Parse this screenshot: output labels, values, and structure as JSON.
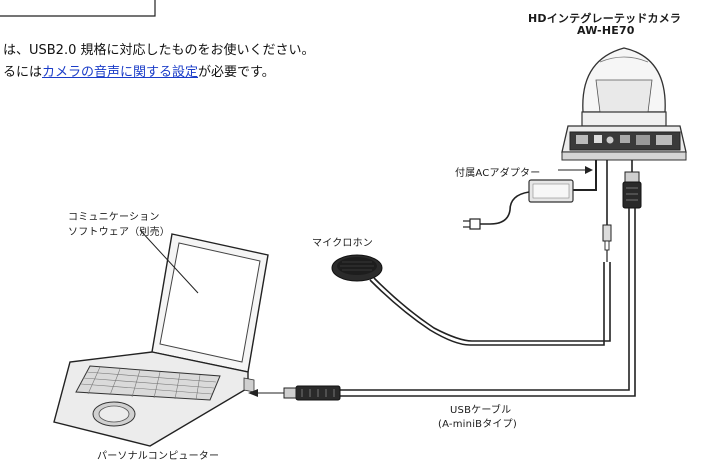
{
  "notes": {
    "line1": "は、USB2.0 規格に対応したものをお使いください。",
    "line2_prefix": "るには",
    "line2_link": "カメラの音声に関する設定",
    "line2_suffix": "が必要です。"
  },
  "labels": {
    "camera_name": "HDインテグレーテッドカメラ",
    "camera_model": "AW-HE70",
    "ac_adapter": "付属ACアダプター",
    "software_line1": "コミュニケーション",
    "software_line2": "ソフトウェア（別売）",
    "microphone": "マイクロホン",
    "usb_cable_line1": "USBケーブル",
    "usb_cable_line2": "(A-miniBタイプ)",
    "pc": "パーソナルコンピューター"
  },
  "colors": {
    "line": "#2a2a2a",
    "fill_light": "#f4f4f4",
    "fill_mid": "#d9d9d9",
    "fill_dark": "#1f1f1f",
    "link": "#1a3cc8"
  }
}
